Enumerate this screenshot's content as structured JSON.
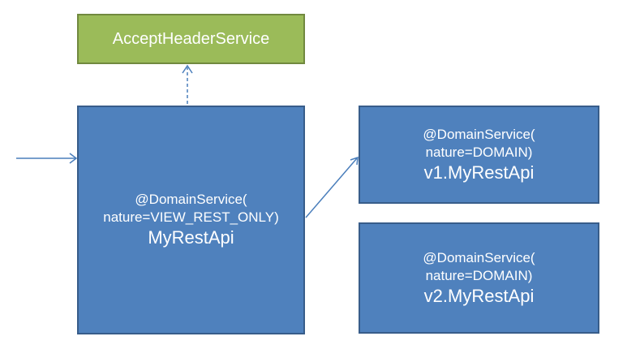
{
  "nodes": {
    "accept_header_service": {
      "name": "AcceptHeaderService",
      "color": "#9bbb59"
    },
    "my_rest_api": {
      "annotation_open": "@DomainService(",
      "annotation_nature": "nature=VIEW_REST_ONLY)",
      "name": "MyRestApi",
      "color": "#4f81bd"
    },
    "v1_my_rest_api": {
      "annotation_open": "@DomainService(",
      "annotation_nature": "nature=DOMAIN)",
      "name": "v1.MyRestApi",
      "color": "#4f81bd"
    },
    "v2_my_rest_api": {
      "annotation_open": "@DomainService(",
      "annotation_nature": "nature=DOMAIN)",
      "name": "v2.MyRestApi",
      "color": "#4f81bd"
    }
  },
  "edges": [
    {
      "from": "external",
      "to": "my_rest_api",
      "style": "solid"
    },
    {
      "from": "my_rest_api",
      "to": "accept_header_service",
      "style": "dashed"
    },
    {
      "from": "my_rest_api",
      "to": "v1_my_rest_api",
      "style": "solid"
    }
  ],
  "edge_color": "#4a7ebb"
}
